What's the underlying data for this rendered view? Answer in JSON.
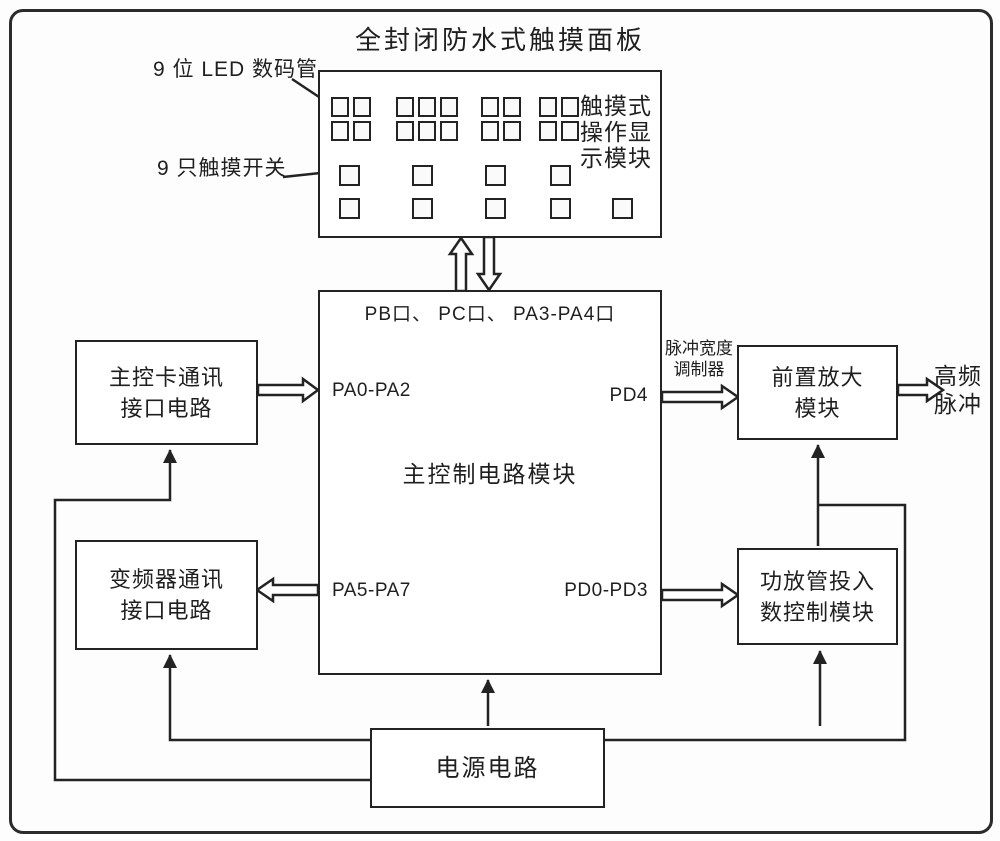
{
  "colors": {
    "ink": "#232323",
    "background": "#ffffff"
  },
  "diagram": {
    "title": "全封闭防水式触摸面板",
    "panel": {
      "display_label_lines": [
        "触摸式",
        "操作显",
        "示模块"
      ],
      "led_annotation": "9 位 LED 数码管",
      "switch_annotation": "9 只触摸开关",
      "led_digit_groups": [
        2,
        3,
        2,
        2
      ],
      "switch_rows": [
        4,
        5
      ]
    },
    "main_module": {
      "top_ports": "PB口、 PC口、 PA3-PA4口",
      "name": "主控制电路模块",
      "port_left_top": "PA0-PA2",
      "port_left_bottom": "PA5-PA7",
      "port_right_top": "PD4",
      "port_right_bottom": "PD0-PD3"
    },
    "boxes": {
      "master_card": {
        "lines": [
          "主控卡通讯",
          "接口电路"
        ]
      },
      "inverter": {
        "lines": [
          "变频器通讯",
          "接口电路"
        ]
      },
      "preamp": {
        "lines": [
          "前置放大",
          "模块"
        ]
      },
      "amp_control": {
        "lines": [
          "功放管投入",
          "数控制模块"
        ]
      },
      "power": {
        "label": "电源电路"
      }
    },
    "pwm_label_lines": [
      "脉冲宽度",
      "调制器"
    ],
    "output_label_lines": [
      "高频",
      "脉冲"
    ]
  }
}
